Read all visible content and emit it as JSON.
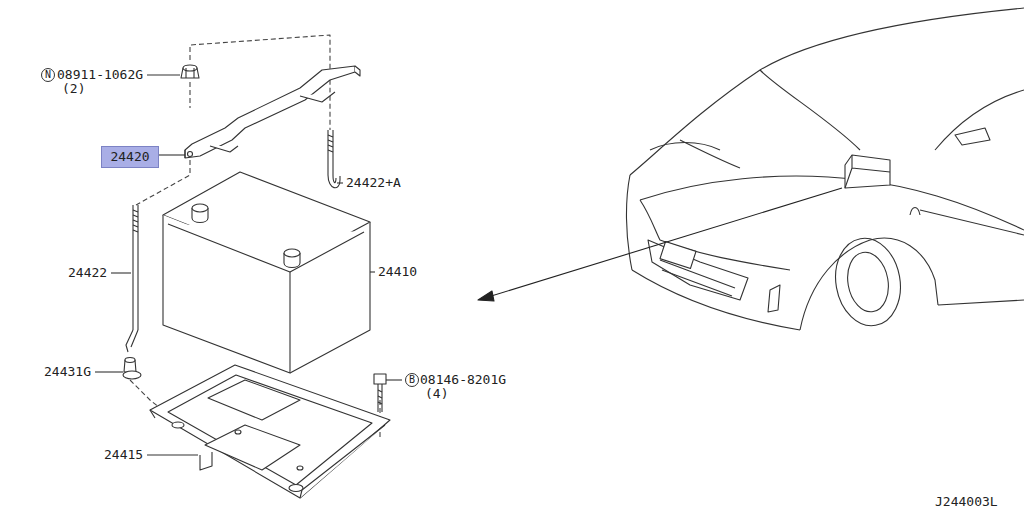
{
  "diagram": {
    "nodes": [
      {
        "text": [
          "N"
        ]
      },
      {
        "text": [
          "24420"
        ]
      },
      {
        "text": [
          "B"
        ]
      }
    ],
    "edges": [],
    "labels": [
      "08911-1062G",
      "(2)",
      "24422+A",
      "24422",
      "24410",
      "24431G",
      "24415",
      "08146-8201G",
      "(4)",
      "J244003L"
    ]
  }
}
